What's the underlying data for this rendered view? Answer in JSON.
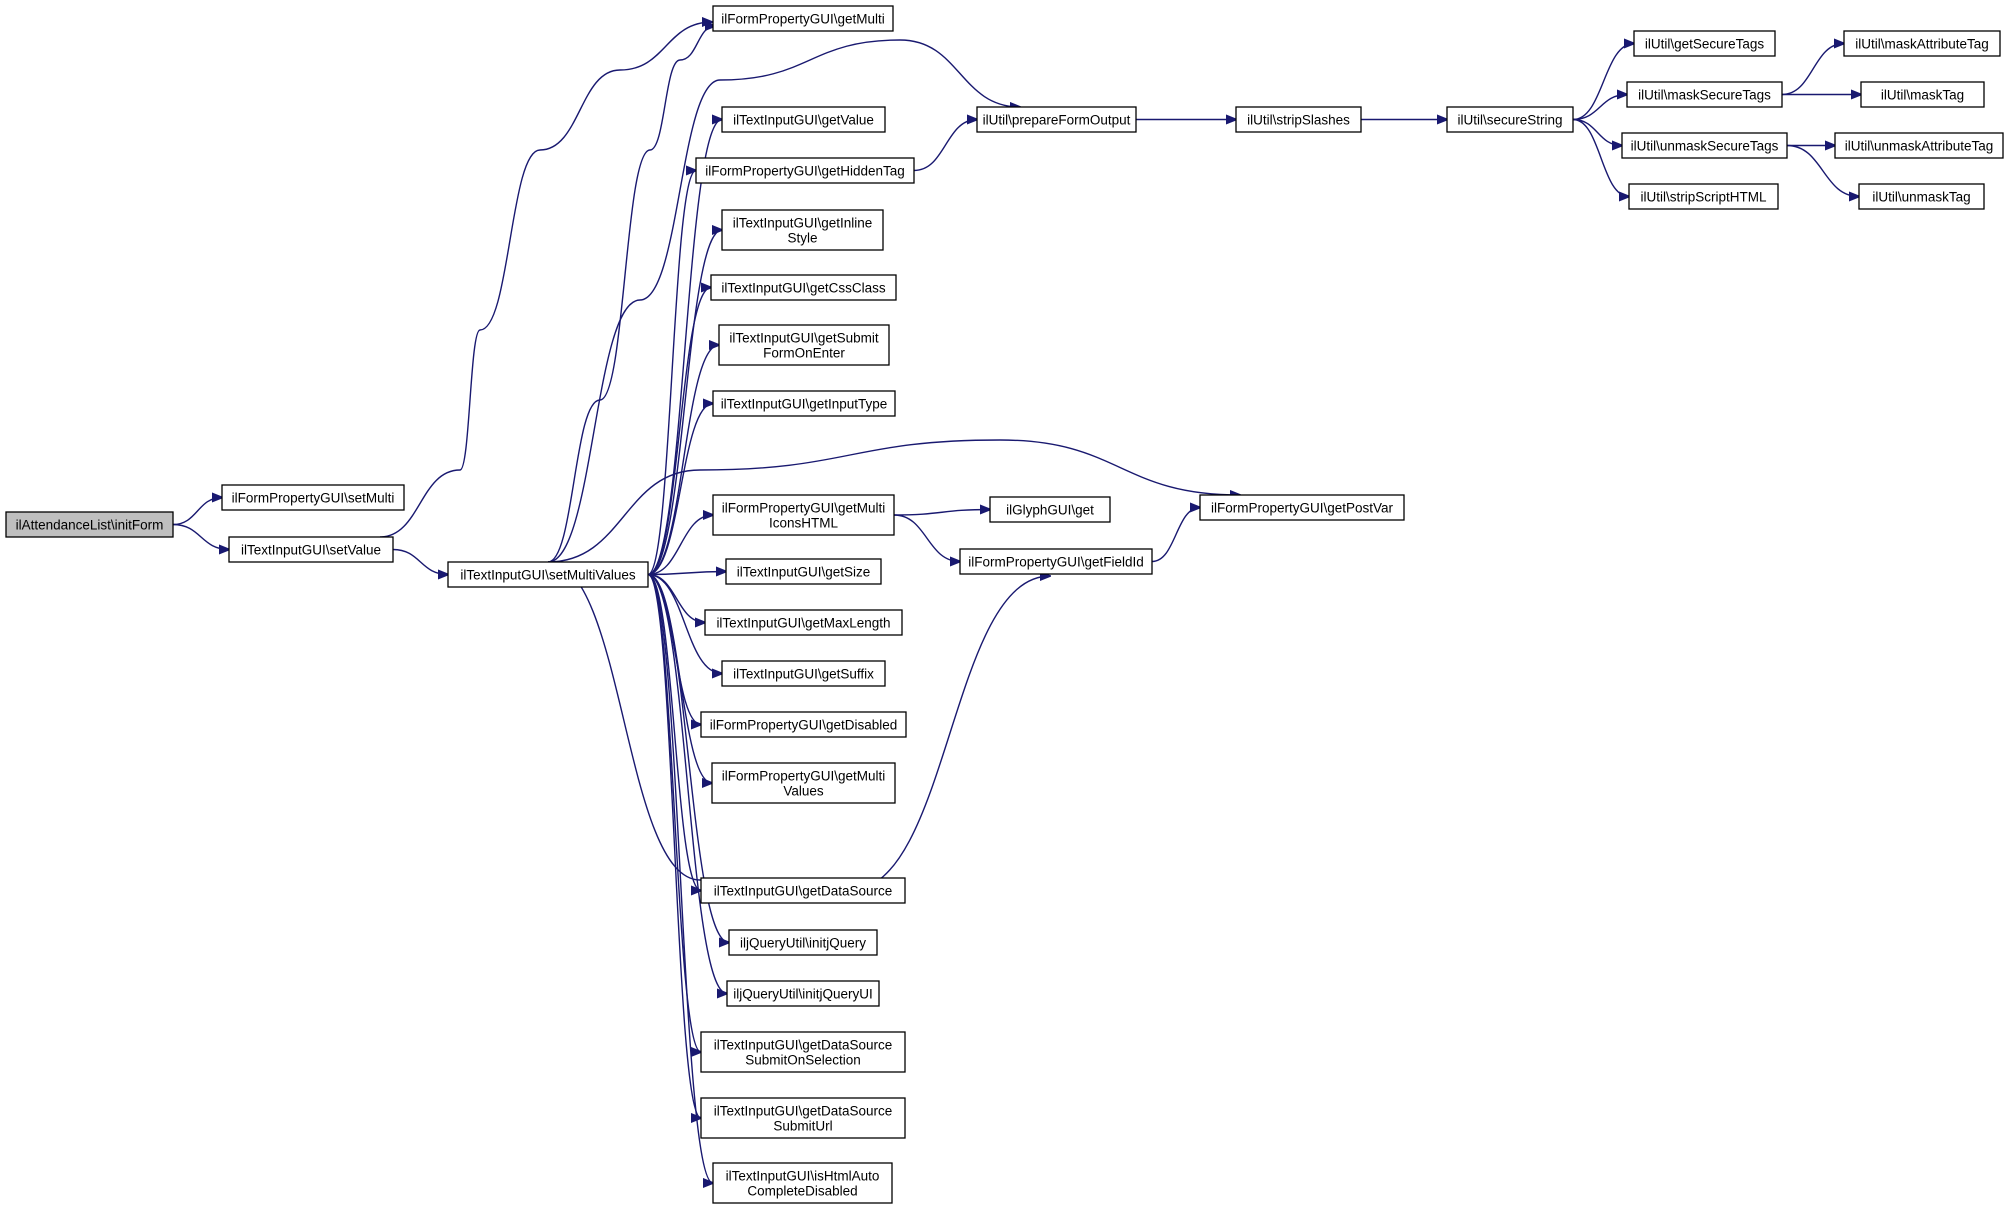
{
  "graph": {
    "nodes": [
      {
        "id": "n0",
        "lines": [
          "ilAttendanceList\\initForm"
        ],
        "root": true
      },
      {
        "id": "n1",
        "lines": [
          "ilFormPropertyGUI\\setMulti"
        ]
      },
      {
        "id": "n2",
        "lines": [
          "ilTextInputGUI\\setValue"
        ]
      },
      {
        "id": "n3",
        "lines": [
          "ilFormPropertyGUI\\getMulti"
        ]
      },
      {
        "id": "n4",
        "lines": [
          "ilTextInputGUI\\setMultiValues"
        ]
      },
      {
        "id": "n5",
        "lines": [
          "ilUtil\\prepareFormOutput"
        ]
      },
      {
        "id": "n6",
        "lines": [
          "ilTextInputGUI\\getValue"
        ]
      },
      {
        "id": "n7",
        "lines": [
          "ilFormPropertyGUI\\getHiddenTag"
        ]
      },
      {
        "id": "n8",
        "lines": [
          "ilTextInputGUI\\getInline",
          "Style"
        ]
      },
      {
        "id": "n9",
        "lines": [
          "ilTextInputGUI\\getCssClass"
        ]
      },
      {
        "id": "n10",
        "lines": [
          "ilTextInputGUI\\getSubmit",
          "FormOnEnter"
        ]
      },
      {
        "id": "n11",
        "lines": [
          "ilTextInputGUI\\getInputType"
        ]
      },
      {
        "id": "n12",
        "lines": [
          "ilFormPropertyGUI\\getPostVar"
        ]
      },
      {
        "id": "n13",
        "lines": [
          "ilFormPropertyGUI\\getMulti",
          "IconsHTML"
        ]
      },
      {
        "id": "n14",
        "lines": [
          "ilGlyphGUI\\get"
        ]
      },
      {
        "id": "n15",
        "lines": [
          "ilFormPropertyGUI\\getFieldId"
        ]
      },
      {
        "id": "n16",
        "lines": [
          "ilTextInputGUI\\getSize"
        ]
      },
      {
        "id": "n17",
        "lines": [
          "ilTextInputGUI\\getMaxLength"
        ]
      },
      {
        "id": "n18",
        "lines": [
          "ilTextInputGUI\\getSuffix"
        ]
      },
      {
        "id": "n19",
        "lines": [
          "ilFormPropertyGUI\\getDisabled"
        ]
      },
      {
        "id": "n20",
        "lines": [
          "ilFormPropertyGUI\\getMulti",
          "Values"
        ]
      },
      {
        "id": "n21",
        "lines": [
          "ilTextInputGUI\\getDataSource"
        ]
      },
      {
        "id": "n22",
        "lines": [
          "iljQueryUtil\\initjQuery"
        ]
      },
      {
        "id": "n23",
        "lines": [
          "iljQueryUtil\\initjQueryUI"
        ]
      },
      {
        "id": "n24",
        "lines": [
          "ilTextInputGUI\\getDataSource",
          "SubmitOnSelection"
        ]
      },
      {
        "id": "n25",
        "lines": [
          "ilTextInputGUI\\getDataSource",
          "SubmitUrl"
        ]
      },
      {
        "id": "n26",
        "lines": [
          "ilTextInputGUI\\isHtmlAuto",
          "CompleteDisabled"
        ]
      },
      {
        "id": "n27",
        "lines": [
          "ilUtil\\stripSlashes"
        ]
      },
      {
        "id": "n28",
        "lines": [
          "ilUtil\\secureString"
        ]
      },
      {
        "id": "n29",
        "lines": [
          "ilUtil\\getSecureTags"
        ]
      },
      {
        "id": "n30",
        "lines": [
          "ilUtil\\maskSecureTags"
        ]
      },
      {
        "id": "n31",
        "lines": [
          "ilUtil\\unmaskSecureTags"
        ]
      },
      {
        "id": "n32",
        "lines": [
          "ilUtil\\stripScriptHTML"
        ]
      },
      {
        "id": "n33",
        "lines": [
          "ilUtil\\maskAttributeTag"
        ]
      },
      {
        "id": "n34",
        "lines": [
          "ilUtil\\maskTag"
        ]
      },
      {
        "id": "n35",
        "lines": [
          "ilUtil\\unmaskAttributeTag"
        ]
      },
      {
        "id": "n36",
        "lines": [
          "ilUtil\\unmaskTag"
        ]
      }
    ],
    "edges": [
      [
        "n0",
        "n1"
      ],
      [
        "n0",
        "n2"
      ],
      [
        "n2",
        "n3"
      ],
      [
        "n2",
        "n4"
      ],
      [
        "n4",
        "n3"
      ],
      [
        "n4",
        "n5"
      ],
      [
        "n4",
        "n6"
      ],
      [
        "n4",
        "n7"
      ],
      [
        "n4",
        "n8"
      ],
      [
        "n4",
        "n9"
      ],
      [
        "n4",
        "n10"
      ],
      [
        "n4",
        "n11"
      ],
      [
        "n4",
        "n12"
      ],
      [
        "n4",
        "n13"
      ],
      [
        "n4",
        "n16"
      ],
      [
        "n4",
        "n17"
      ],
      [
        "n4",
        "n18"
      ],
      [
        "n4",
        "n19"
      ],
      [
        "n4",
        "n20"
      ],
      [
        "n4",
        "n15"
      ],
      [
        "n4",
        "n21"
      ],
      [
        "n4",
        "n22"
      ],
      [
        "n4",
        "n23"
      ],
      [
        "n4",
        "n24"
      ],
      [
        "n4",
        "n25"
      ],
      [
        "n4",
        "n26"
      ],
      [
        "n7",
        "n5"
      ],
      [
        "n13",
        "n14"
      ],
      [
        "n13",
        "n15"
      ],
      [
        "n15",
        "n12"
      ],
      [
        "n5",
        "n27"
      ],
      [
        "n27",
        "n28"
      ],
      [
        "n28",
        "n29"
      ],
      [
        "n28",
        "n30"
      ],
      [
        "n28",
        "n31"
      ],
      [
        "n28",
        "n32"
      ],
      [
        "n30",
        "n33"
      ],
      [
        "n30",
        "n34"
      ],
      [
        "n31",
        "n35"
      ],
      [
        "n31",
        "n36"
      ]
    ]
  }
}
